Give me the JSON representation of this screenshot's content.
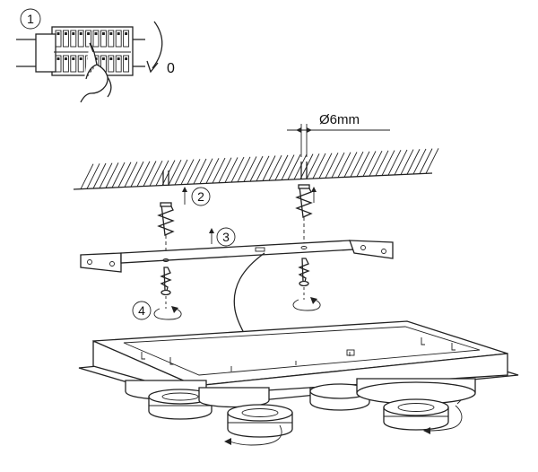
{
  "steps": {
    "s1": "1",
    "s2": "2",
    "s3": "3",
    "s4": "4"
  },
  "switch_position_label": "0",
  "drill_diameter_label": "Ø6mm"
}
